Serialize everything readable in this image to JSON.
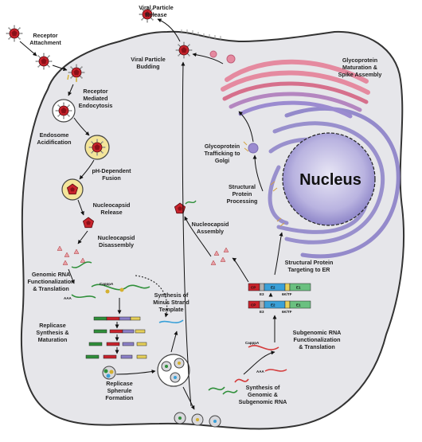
{
  "colors": {
    "cell_fill": "#e6e6ea",
    "cell_stroke": "#333333",
    "virion": "#c8232c",
    "golgi": "#e58aa0",
    "er": "#8b80c8",
    "nucleus": "#a9a3d8",
    "rna_green": "#2f8f3a",
    "rna_blue": "#3aa0d8",
    "rna_red": "#d43a3a"
  },
  "labels": {
    "viral_particle_release": [
      "Viral Particle",
      "Release"
    ],
    "receptor_attachment": [
      "Receptor",
      "Attachment"
    ],
    "receptor_mediated_endocytosis": [
      "Receptor",
      "Mediated",
      "Endocytosis"
    ],
    "endosome_acidification": [
      "Endosome",
      "Acidification"
    ],
    "ph_dependent_fusion": [
      "pH-Dependent",
      "Fusion"
    ],
    "nucleocapsid_release": [
      "Nucleocapsid",
      "Release"
    ],
    "nucleocapsid_disassembly": [
      "Nucleocapsid",
      "Disassembly"
    ],
    "genomic_rna_func": [
      "Genomic RNA",
      "Functionalization",
      "& Translation"
    ],
    "replicase_synthesis": [
      "Replicase",
      "Synthesis &",
      "Maturation"
    ],
    "synthesis_minus_strand": [
      "Synthesis of",
      "Minus Strand",
      "Template"
    ],
    "replicase_spherule": [
      "Replicase",
      "Spherule",
      "Formation"
    ],
    "synthesis_genomic": [
      "Synthesis of",
      "Genomic &",
      "Subgenomic RNA"
    ],
    "subgenomic_rna_func": [
      "Subgenomic RNA",
      "Functionalization",
      "& Translation"
    ],
    "structural_protein_er": [
      "Structural Protein",
      "Targeting to ER"
    ],
    "nucleocapsid_assembly": [
      "Nucleocapsid",
      "Assembly"
    ],
    "structural_protein_processing": [
      "Structural",
      "Protein",
      "Processing"
    ],
    "glycoprotein_trafficking": [
      "Glycoprotein",
      "Trafficking to",
      "Golgi"
    ],
    "glycoprotein_maturation": [
      "Glycoprotein",
      "Maturation &",
      "Spike Assembly"
    ],
    "viral_particle_budding": [
      "Viral Particle",
      "Budding"
    ],
    "nucleus": "Nucleus"
  },
  "rna_labels": {
    "capppa": "CapppA",
    "aaa": "AAA"
  },
  "polyprotein": {
    "segments": [
      "CP",
      "E2",
      "E1"
    ],
    "sublabels": [
      "E3",
      "6K/TF"
    ]
  }
}
